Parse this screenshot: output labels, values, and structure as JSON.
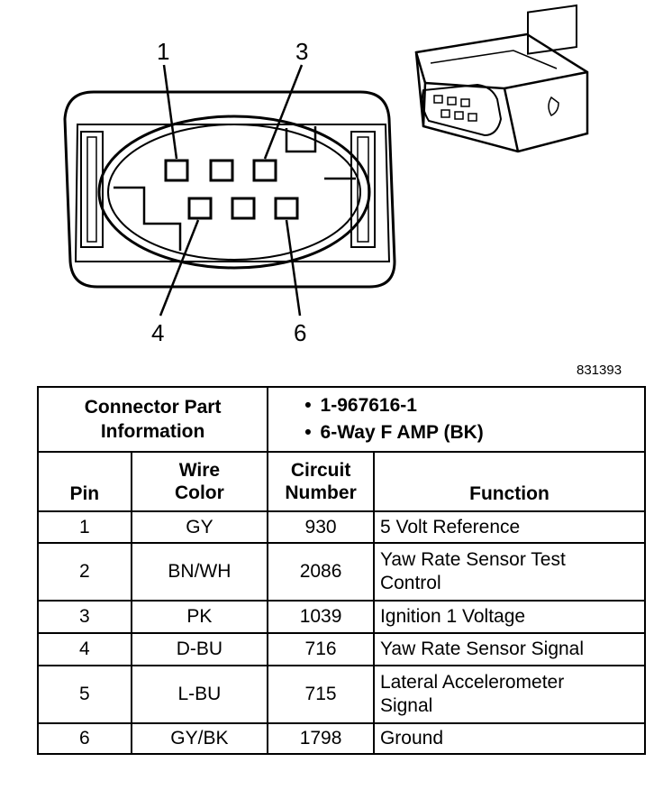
{
  "diagram": {
    "pin_labels": {
      "p1": "1",
      "p3": "3",
      "p4": "4",
      "p6": "6"
    },
    "figure_id": "831393"
  },
  "table": {
    "part_info_label_line1": "Connector Part",
    "part_info_label_line2": "Information",
    "part_info": [
      "1-967616-1",
      "6-Way F AMP (BK)"
    ],
    "headers": {
      "pin": "Pin",
      "wire_color_line1": "Wire",
      "wire_color_line2": "Color",
      "circuit_line1": "Circuit",
      "circuit_line2": "Number",
      "function": "Function"
    },
    "rows": [
      {
        "pin": "1",
        "color": "GY",
        "circuit": "930",
        "function_line1": "5 Volt Reference",
        "function_line2": ""
      },
      {
        "pin": "2",
        "color": "BN/WH",
        "circuit": "2086",
        "function_line1": "Yaw Rate Sensor Test",
        "function_line2": "Control"
      },
      {
        "pin": "3",
        "color": "PK",
        "circuit": "1039",
        "function_line1": "Ignition 1 Voltage",
        "function_line2": ""
      },
      {
        "pin": "4",
        "color": "D-BU",
        "circuit": "716",
        "function_line1": "Yaw Rate Sensor Signal",
        "function_line2": ""
      },
      {
        "pin": "5",
        "color": "L-BU",
        "circuit": "715",
        "function_line1": "Lateral Accelerometer",
        "function_line2": "Signal"
      },
      {
        "pin": "6",
        "color": "GY/BK",
        "circuit": "1798",
        "function_line1": "Ground",
        "function_line2": ""
      }
    ]
  }
}
